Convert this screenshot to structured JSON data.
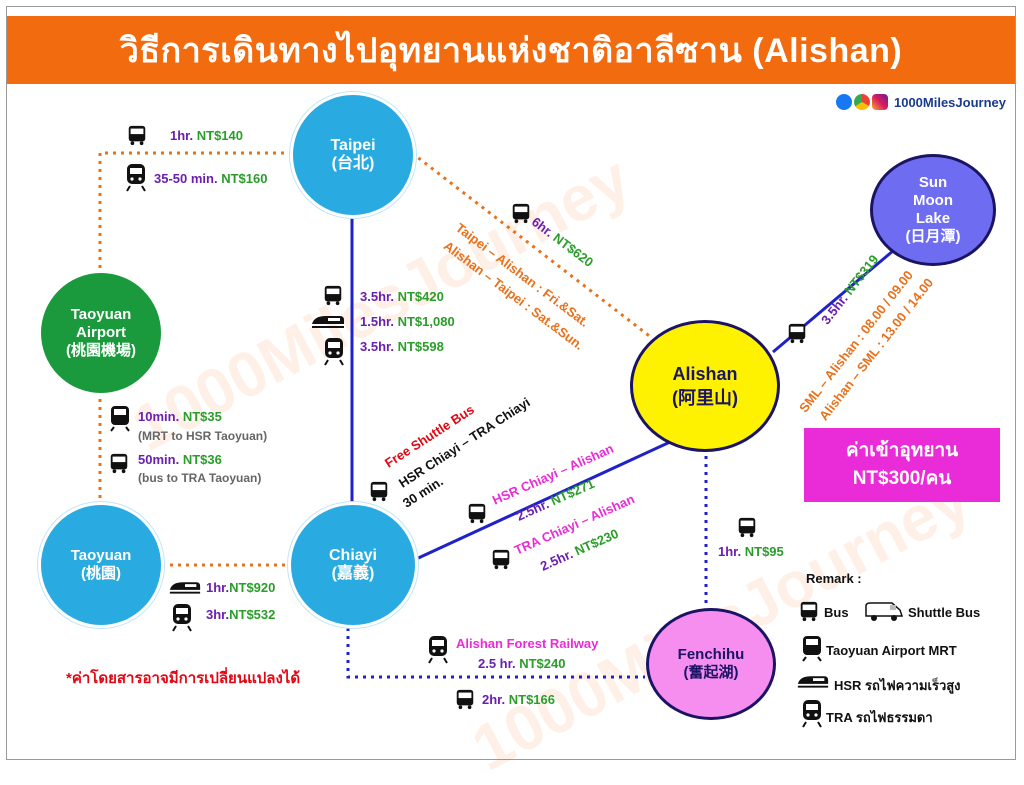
{
  "title": "วิธีการเดินทางไปอุทยานแห่งชาติอาลีซาน  (Alishan)",
  "brand": "1000MilesJourney",
  "watermark": "1000MilesJourney",
  "nodes": {
    "taipei": {
      "name": "Taipei",
      "local": "(台北)"
    },
    "taoyuan_airport": {
      "name1": "Taoyuan",
      "name2": "Airport",
      "local": "(桃園機場)"
    },
    "taoyuan": {
      "name": "Taoyuan",
      "local": "(桃園)"
    },
    "chiayi": {
      "name": "Chiayi",
      "local": "(嘉義)"
    },
    "alishan": {
      "name": "Alishan",
      "local": "(阿里山)"
    },
    "sun_moon_lake": {
      "name1": "Sun",
      "name2": "Moon",
      "name3": "Lake",
      "local": "(日月潭)"
    },
    "fenchihu": {
      "name": "Fenchihu",
      "local": "(奮起湖)"
    }
  },
  "routes": {
    "airport_taipei_bus": {
      "time": "1hr.",
      "price": "NT$140"
    },
    "airport_taipei_train": {
      "time": "35-50 min.",
      "price": "NT$160"
    },
    "taipei_alishan": {
      "time": "6hr.",
      "price": "NT$620",
      "note1": "Taipei – Alishan : Fri.&Sat.",
      "note2": "Alishan – Taipei : Sat.&Sun."
    },
    "taipei_chiayi_bus": {
      "time": "3.5hr.",
      "price": "NT$420"
    },
    "taipei_chiayi_hsr": {
      "time": "1.5hr.",
      "price": "NT$1,080"
    },
    "taipei_chiayi_tra": {
      "time": "3.5hr.",
      "price": "NT$598"
    },
    "airport_taoyuan_mrt": {
      "time": "10min.",
      "price": "NT$35",
      "note": "(MRT to HSR Taoyuan)"
    },
    "airport_taoyuan_bus": {
      "time": "50min.",
      "price": "NT$36",
      "note": "(bus to TRA Taoyuan)"
    },
    "shuttle": {
      "title": "Free Shuttle Bus",
      "route": "HSR Chiayi – TRA Chiayi",
      "time": "30 min."
    },
    "hsr_chiayi_alishan": {
      "label": "HSR Chiayi – Alishan",
      "time": "2.5hr.",
      "price": "NT$271"
    },
    "tra_chiayi_alishan": {
      "label": "TRA Chiayi – Alishan",
      "time": "2.5hr.",
      "price": "NT$230"
    },
    "sml_alishan": {
      "time": "3.5hr.",
      "price": "NT$319",
      "note1": "SML – Alishan : 08.00 / 09.00",
      "note2": "Alishan – SML : 13.00 / 14.00"
    },
    "alishan_fenchihu": {
      "time": "1hr.",
      "price": "NT$95"
    },
    "taoyuan_chiayi_hsr": {
      "time": "1hr.",
      "price": "NT$920"
    },
    "taoyuan_chiayi_tra": {
      "time": "3hr.",
      "price": "NT$532"
    },
    "forest_railway": {
      "label": "Alishan Forest Railway",
      "time": "2.5 hr.",
      "price": "NT$240"
    },
    "chiayi_fenchihu_bus": {
      "time": "2hr.",
      "price": "NT$166"
    }
  },
  "fee": {
    "line1": "ค่าเข้าอุทยาน",
    "line2": "NT$300/คน"
  },
  "remark": {
    "title": "Remark :",
    "bus": "Bus",
    "shuttle": "Shuttle Bus",
    "mrt": "Taoyuan Airport MRT",
    "hsr": "HSR รถไฟความเร็วสูง",
    "tra": "TRA รถไฟธรรมดา"
  },
  "note": "*ค่าโดยสารอาจมีการเปลี่ยนแปลงได้",
  "colors": {
    "title_bg": "#f26b0f",
    "blue_node": "#29abe2",
    "green_node": "#1a9a3c",
    "alishan": "#fff200",
    "sun_moon_lake": "#6e6df2",
    "fenchihu": "#f68ef0",
    "fee_bg": "#ea2bd8",
    "time": "#6a1fb0",
    "price": "#2a9d2a",
    "line_blue": "#1f22c8",
    "line_orange": "#e8711c"
  }
}
